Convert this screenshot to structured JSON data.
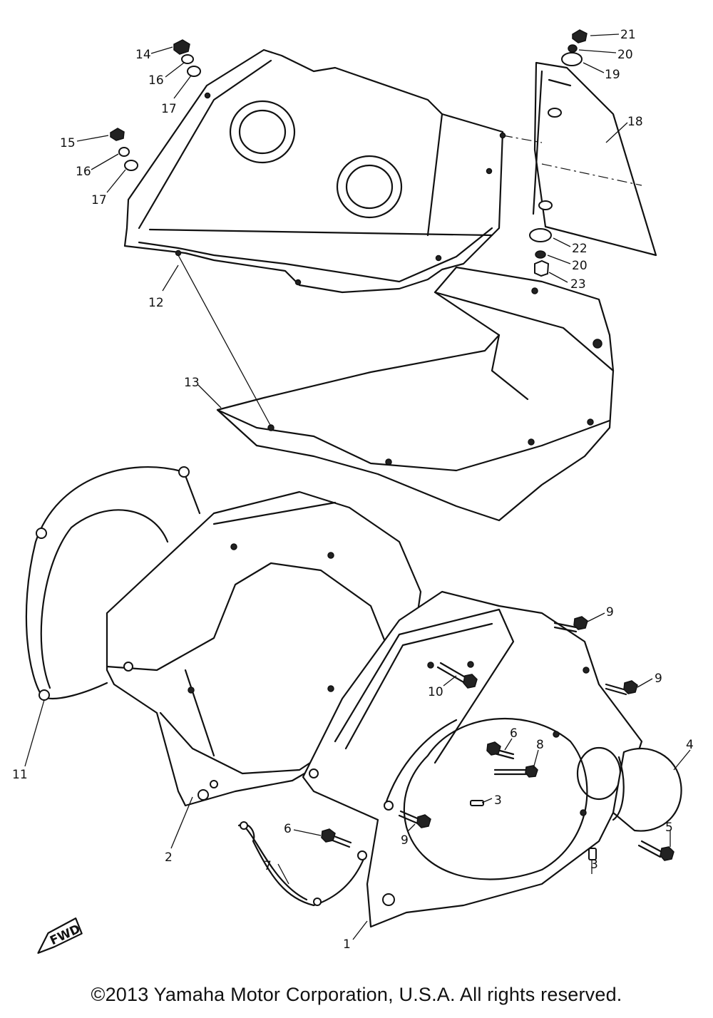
{
  "diagram": {
    "callouts": [
      "1",
      "2",
      "3",
      "3",
      "4",
      "5",
      "6",
      "6",
      "7",
      "8",
      "9",
      "9",
      "9",
      "10",
      "11",
      "12",
      "13",
      "14",
      "15",
      "16",
      "16",
      "17",
      "17",
      "18",
      "19",
      "20",
      "20",
      "21",
      "22",
      "23"
    ],
    "direction_badge": "FWD",
    "colors": {
      "ink": "#111111",
      "paper": "#ffffff"
    }
  },
  "footer": {
    "copyright": "©2013 Yamaha Motor Corporation, U.S.A. All rights reserved."
  }
}
